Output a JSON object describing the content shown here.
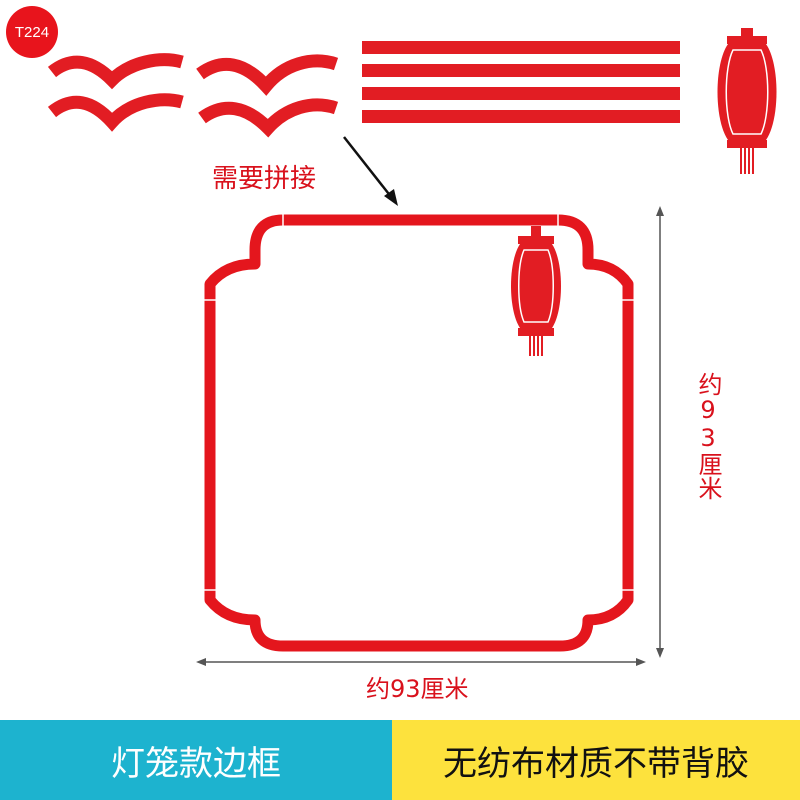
{
  "badge": {
    "label": "T224"
  },
  "annotations": {
    "join_note": "需要拼接",
    "width_label": "约93厘米",
    "height_label": "约93厘米"
  },
  "footer": {
    "left_text": "灯笼款边框",
    "right_text": "无纺布材质不带背胶"
  },
  "colors": {
    "felt_red": "#e21d23",
    "frame_red": "#e4161d",
    "badge_red": "#e8141c",
    "footer_left_bg": "#1db3cf",
    "footer_right_bg": "#fde23d"
  },
  "icons": {
    "arrow": "arrow-down-right-icon",
    "lantern": "lantern-icon",
    "wave": "wave-piece-icon"
  }
}
